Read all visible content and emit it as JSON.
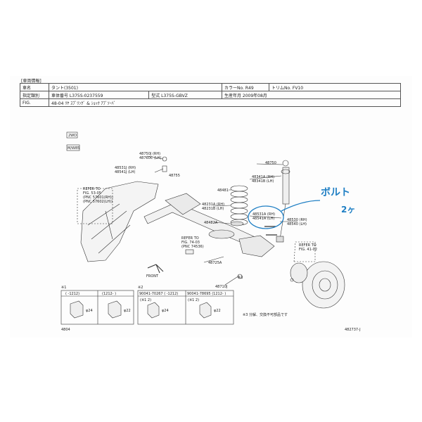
{
  "header": {
    "title": "[車両情報]"
  },
  "vehicle": {
    "name_label": "車名",
    "name_value": "タント(3501)",
    "color": "カラーNo. R49",
    "trim": "トリムNo. FV10",
    "designation_label": "指定類別",
    "chassis": "車体番号 L375S-0237559",
    "model": "型式 L375S-GBVZ",
    "production": "生産年月 2009年08月"
  },
  "fig": {
    "label": "FIG.",
    "value": "48-04 ﾘﾔ ｽﾌﾟﾘﾝｸﾞ & ｼｮｯｸ ｱﾌﾞｿｰﾊﾞ"
  },
  "badges": {
    "b1": "2WD",
    "b2": "M/W85"
  },
  "parts": {
    "p48750J": "48750J (RH)",
    "p48760C": "48760C (LH)",
    "p48531J": "48531J (RH)",
    "p48541J": "48541J (LH)",
    "p48755": "48755",
    "p48750": "48750",
    "p48341A": "48341A (RH)",
    "p48341B": "48341B (LH)",
    "p48481": "48481",
    "p48231A": "48231A (RH)",
    "p48231B": "48231B (LH)",
    "p48531A": "48531A (RH)",
    "p48541A": "48541A (LH)",
    "p48530": "48530 (RH)",
    "p48540": "48540 (LH)",
    "p48482A": "48482A",
    "p48725A": "48725A",
    "p48710J": "48710J",
    "star3": "※3"
  },
  "refs": {
    "r1": [
      "REFER TO",
      "FIG. 53-05",
      "(PNC 57601(RH))",
      "(PNC 57602(LH))"
    ],
    "r2": [
      "REFER TO",
      "FIG. 74-03",
      "(PNC 74536)"
    ],
    "r3": [
      "REFER TO",
      "FIG. 41-02"
    ]
  },
  "front": "FRONT",
  "handwriting": {
    "line1": "ボルト",
    "line2": "2ヶ"
  },
  "boxes": {
    "box1": {
      "num": "※1",
      "h1": "(  -1212)",
      "h2": "(1212-  )",
      "d1": "φ24",
      "d2": "φ22",
      "code": "4804"
    },
    "box2": {
      "num": "※2",
      "h1": "90041-70267 (  -1212)",
      "h2": "90041-78695 (1212-  )",
      "s1": "(※1 2)",
      "s2": "(※1 2)",
      "d1": "φ24",
      "d2": "φ22"
    }
  },
  "note": "※3 分解、交換不可部品です",
  "diagram_id": "482737-J"
}
